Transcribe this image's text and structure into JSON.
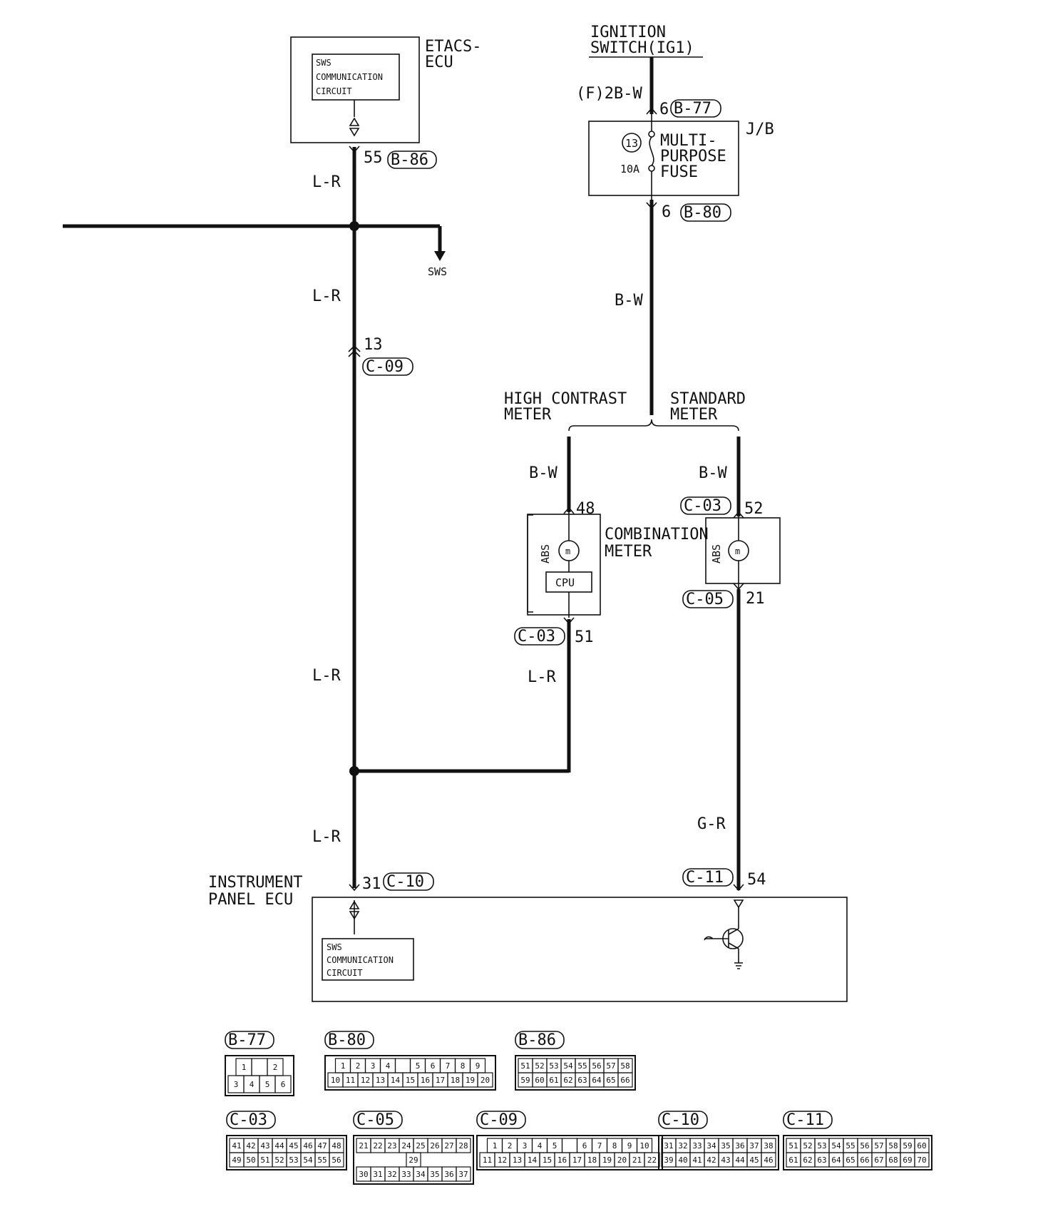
{
  "etacs": {
    "title_line1": "ETACS-",
    "title_line2": "ECU",
    "circuit_l1": "SWS",
    "circuit_l2": "COMMUNICATION",
    "circuit_l3": "CIRCUIT",
    "pin": "55",
    "connector": "B-86"
  },
  "ignition": {
    "line1": "IGNITION",
    "line2": "SWITCH(IG1)",
    "wire": "(F)2B-W",
    "pin_in": "6",
    "conn_in": "B-77",
    "pin_out": "6",
    "conn_out": "B-80"
  },
  "jb": {
    "label": "J/B",
    "fuse_number": "13",
    "fuse_rating": "10A",
    "fuse_l1": "MULTI-",
    "fuse_l2": "PURPOSE",
    "fuse_l3": "FUSE"
  },
  "wires": {
    "lr1": "L-R",
    "lr2": "L-R",
    "lr3": "L-R",
    "lr4": "L-R",
    "lr5": "L-R",
    "bw1": "B-W",
    "bw2": "B-W",
    "bw3": "B-W",
    "gr": "G-R"
  },
  "sws": {
    "label": "SWS"
  },
  "c09": {
    "pin": "13",
    "connector": "C-09"
  },
  "meter": {
    "hc_l1": "HIGH CONTRAST",
    "hc_l2": "METER",
    "std_l1": "STANDARD",
    "std_l2": "METER",
    "combo_l1": "COMBINATION",
    "combo_l2": "METER",
    "abs": "ABS",
    "cpu": "CPU",
    "hc_pin_in": "48",
    "hc_pin_out": "51",
    "hc_conn_out": "C-03",
    "std_conn_in": "C-03",
    "std_pin_in": "52",
    "std_conn_out": "C-05",
    "std_pin_out": "21"
  },
  "ipecu": {
    "title_l1": "INSTRUMENT",
    "title_l2": "PANEL ECU",
    "pin_left": "31",
    "conn_left": "C-10",
    "conn_right": "C-11",
    "pin_right": "54",
    "circuit_l1": "SWS",
    "circuit_l2": "COMMUNICATION",
    "circuit_l3": "CIRCUIT"
  },
  "connectors": [
    {
      "id": "B-77",
      "rows": [
        [
          "1",
          "",
          "2"
        ],
        [
          "3",
          "4",
          "5",
          "6"
        ]
      ]
    },
    {
      "id": "B-80",
      "rows": [
        [
          "1",
          "2",
          "3",
          "4",
          "",
          "5",
          "6",
          "7",
          "8",
          "9"
        ],
        [
          "10",
          "11",
          "12",
          "13",
          "14",
          "15",
          "16",
          "17",
          "18",
          "19",
          "20"
        ]
      ]
    },
    {
      "id": "B-86",
      "rows": [
        [
          "51",
          "52",
          "53",
          "54",
          "55",
          "56",
          "57",
          "58"
        ],
        [
          "59",
          "60",
          "61",
          "62",
          "63",
          "64",
          "65",
          "66"
        ]
      ]
    },
    {
      "id": "C-03",
      "rows": [
        [
          "41",
          "42",
          "43",
          "44",
          "45",
          "46",
          "47",
          "48"
        ],
        [
          "49",
          "50",
          "51",
          "52",
          "53",
          "54",
          "55",
          "56"
        ]
      ]
    },
    {
      "id": "C-05",
      "rows": [
        [
          "21",
          "22",
          "23",
          "24",
          "25",
          "26",
          "27",
          "28"
        ],
        [
          "29"
        ],
        [
          "30",
          "31",
          "32",
          "33",
          "34",
          "35",
          "36",
          "37"
        ]
      ]
    },
    {
      "id": "C-09",
      "rows": [
        [
          "1",
          "2",
          "3",
          "4",
          "5",
          "",
          "6",
          "7",
          "8",
          "9",
          "10"
        ],
        [
          "11",
          "12",
          "13",
          "14",
          "15",
          "16",
          "17",
          "18",
          "19",
          "20",
          "21",
          "22"
        ]
      ]
    },
    {
      "id": "C-10",
      "rows": [
        [
          "31",
          "32",
          "33",
          "34",
          "35",
          "36",
          "37",
          "38"
        ],
        [
          "39",
          "40",
          "41",
          "42",
          "43",
          "44",
          "45",
          "46"
        ]
      ]
    },
    {
      "id": "C-11",
      "rows": [
        [
          "51",
          "52",
          "53",
          "54",
          "55",
          "56",
          "57",
          "58",
          "59",
          "60"
        ],
        [
          "61",
          "62",
          "63",
          "64",
          "65",
          "66",
          "67",
          "68",
          "69",
          "70"
        ]
      ]
    }
  ]
}
